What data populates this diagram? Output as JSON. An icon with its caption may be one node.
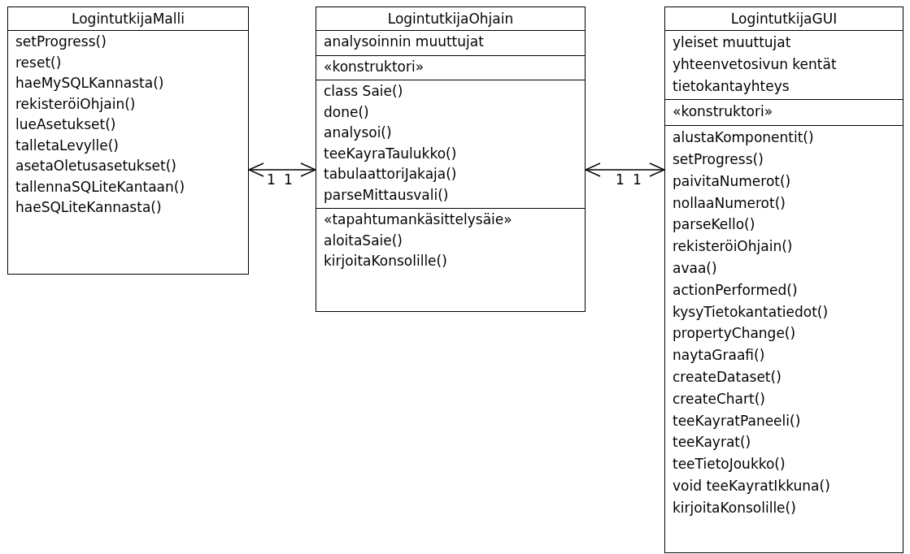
{
  "diagram": {
    "nodes": [
      {
        "text": [
          "LogintutkijaMalli"
        ]
      },
      {
        "text": [
          "setProgress()",
          "reset()",
          "haeMySQLKannasta()",
          "rekisteröiOhjain()",
          "lueAsetukset()",
          "talletaLevylle()",
          "asetaOletusasetukset()",
          "tallennaSQLiteKantaan()",
          "haeSQLiteKannasta()"
        ],
        "in": 0
      },
      {
        "text": [
          "LogintutkijaOhjain"
        ]
      },
      {
        "text": [
          "analysoinnin muuttujat"
        ],
        "in": 2
      },
      {
        "text": [
          "«konstruktori»"
        ],
        "in": 2
      },
      {
        "text": [
          "class Saie()",
          "done()",
          "analysoi()",
          "teeKayraTaulukko()",
          "tabulaattoriJakaja()",
          "parseMittausvali()"
        ],
        "in": 2
      },
      {
        "text": [
          "«tapahtumankäsittelysäie»",
          "aloitaSaie()",
          "kirjoitaKonsolille()"
        ],
        "in": 2
      },
      {
        "text": [
          "LogintutkijaGUI"
        ]
      },
      {
        "text": [
          "yleiset muuttujat",
          "yhteenvetosivun kentät",
          "tietokantayhteys"
        ],
        "in": 7
      },
      {
        "text": [
          "«konstruktori»"
        ],
        "in": 7
      },
      {
        "text": [
          "alustaKomponentit()",
          "setProgress()",
          "paivitaNumerot()",
          "nollaaNumerot()",
          "parseKello()",
          "rekisteröiOhjain()",
          "avaa()",
          "actionPerformed()",
          "kysyTietokantatiedot()",
          "propertyChange()",
          "naytaGraafi()",
          "createDataset()",
          "createChart()",
          "teeKayratPaneeli()",
          "teeKayrat()",
          "teeTietoJoukko()",
          "void teeKayratIkkuna()",
          "kirjoitaKonsolille()"
        ],
        "in": 7
      }
    ],
    "edges": [
      {
        "from": 0,
        "to": 2,
        "arrow": "both"
      },
      {
        "from": 2,
        "to": 7,
        "arrow": "both"
      }
    ],
    "labels": [
      "1",
      "1",
      "1",
      "1"
    ]
  }
}
